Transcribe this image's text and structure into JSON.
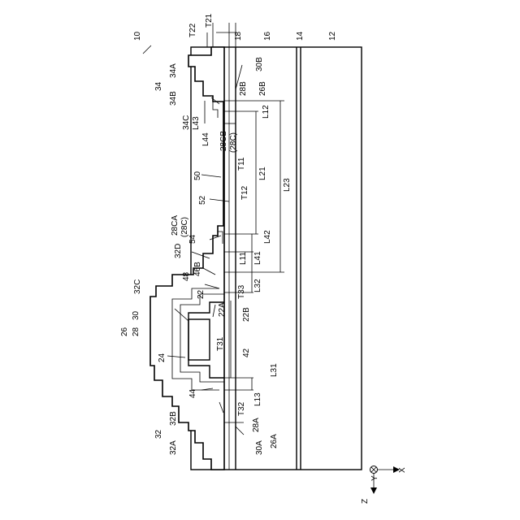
{
  "figure": {
    "number": "10",
    "labels": {
      "L12": "12",
      "L14": "14",
      "L16": "16",
      "L18": "18",
      "T21": "T21",
      "T22": "T22",
      "s30B": "30B",
      "s28B": "28B",
      "s26B": "26B",
      "s34": "34",
      "s34A": "34A",
      "s34B": "34B",
      "s34C": "34C",
      "L43": "L43",
      "L44": "L44",
      "L12d": "L12",
      "s28CB": "28CB",
      "s28CBp": "(28C)",
      "T11": "T11",
      "L21": "L21",
      "L23": "L23",
      "s50": "50",
      "s52": "52",
      "T12": "T12",
      "s28CA": "28CA",
      "s28CAp": "(28C)",
      "s54": "54",
      "L42": "L42",
      "L41": "L41",
      "L11": "L11",
      "s32D": "32D",
      "s46B": "46B",
      "s48": "48",
      "L32": "L32",
      "T33": "T33",
      "s32C": "32C",
      "s22": "22",
      "s22A": "22A",
      "s22B": "22B",
      "s26": "26",
      "s28": "28",
      "s30": "30",
      "T31": "T31",
      "s24": "24",
      "s42": "42",
      "L31": "L31",
      "s44": "44",
      "L13": "L13",
      "T32": "T32",
      "s32": "32",
      "s32A": "32A",
      "s32B": "32B",
      "s30A": "30A",
      "s28A": "28A",
      "s26A": "26A"
    },
    "axes": {
      "x": "X",
      "z": "Z",
      "y": "Y"
    }
  }
}
